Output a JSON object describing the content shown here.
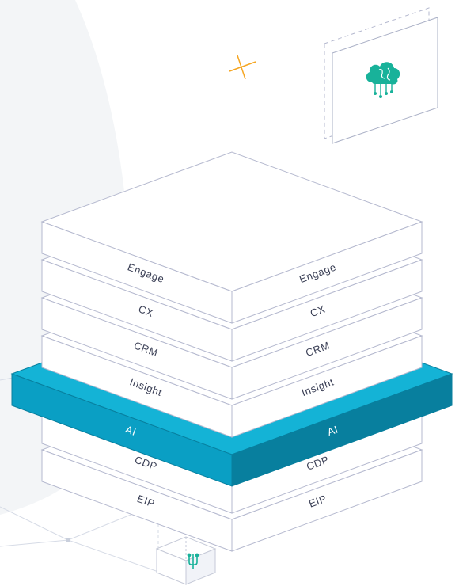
{
  "diagram": {
    "layers": [
      {
        "id": "engage",
        "label": "Engage",
        "highlighted": false
      },
      {
        "id": "cx",
        "label": "CX",
        "highlighted": false
      },
      {
        "id": "crm",
        "label": "CRM",
        "highlighted": false
      },
      {
        "id": "insight",
        "label": "Insight",
        "highlighted": false
      },
      {
        "id": "ai",
        "label": "AI",
        "highlighted": true
      },
      {
        "id": "cdp",
        "label": "CDP",
        "highlighted": false
      },
      {
        "id": "eip",
        "label": "EIP",
        "highlighted": false
      }
    ],
    "icons": {
      "ai_card": "ai-brain-cloud-icon",
      "base_cube": "network-branch-icon",
      "accent": "plus-icon"
    },
    "colors": {
      "ai_layer_left": "#0a9fc4",
      "ai_layer_right": "#087f9e",
      "ai_layer_top": "#14b3d6",
      "base_shadow": "#a8d5d6",
      "icon_teal": "#18b29a",
      "plus_orange": "#f5a623",
      "slab_stroke": "#b5b9cf",
      "label_text": "#3a3f55",
      "background_blob": "#f3f5f7"
    }
  }
}
